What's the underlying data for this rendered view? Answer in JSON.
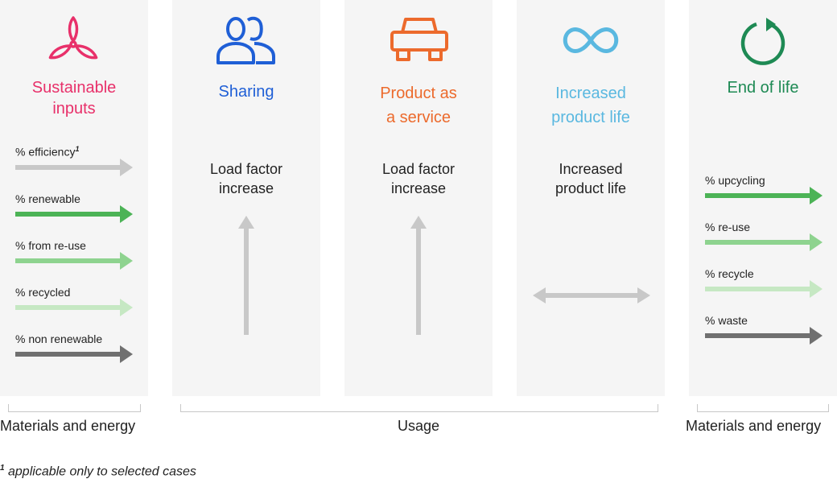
{
  "columns": {
    "inputs": {
      "title_l1": "Sustainable",
      "title_l2": "inputs",
      "color": "#e8306a",
      "items": [
        {
          "label": "% efficiency",
          "sup": "1",
          "color": "#c8c8c8"
        },
        {
          "label": "% renewable",
          "sup": "",
          "color": "#4cb356"
        },
        {
          "label": "% from re-use",
          "sup": "",
          "color": "#8ed38f"
        },
        {
          "label": "% recycled",
          "sup": "",
          "color": "#c6e8c3"
        },
        {
          "label": "% non renewable",
          "sup": "",
          "color": "#707070"
        }
      ]
    },
    "sharing": {
      "title_l1": "Sharing",
      "color": "#1f5fd6",
      "text_l1": "Load factor",
      "text_l2": "increase"
    },
    "service": {
      "title_l1": "Product as",
      "title_l2": "a service",
      "color": "#ec6a2c",
      "text_l1": "Load factor",
      "text_l2": "increase"
    },
    "life": {
      "title_l1": "Increased",
      "title_l2": "product life",
      "color": "#5ab8e0",
      "text_l1": "Increased",
      "text_l2": "product life"
    },
    "end": {
      "title_l1": "End of life",
      "color": "#1e8a54",
      "items": [
        {
          "label": "% upcycling",
          "color": "#4cb356"
        },
        {
          "label": "% re-use",
          "color": "#8ed38f"
        },
        {
          "label": "% recycle",
          "color": "#c6e8c3"
        },
        {
          "label": "% waste",
          "color": "#707070"
        }
      ]
    }
  },
  "arrow_color": "#c8c8c8",
  "sections": {
    "left": "Materials and energy",
    "middle": "Usage",
    "right": "Materials and energy"
  },
  "footnote": {
    "sup": "1",
    "text": " applicable only to selected cases"
  },
  "icons": {
    "inputs": "wind-turbine-icon",
    "sharing": "people-icon",
    "service": "car-icon",
    "life": "infinity-icon",
    "end": "cycle-icon"
  }
}
